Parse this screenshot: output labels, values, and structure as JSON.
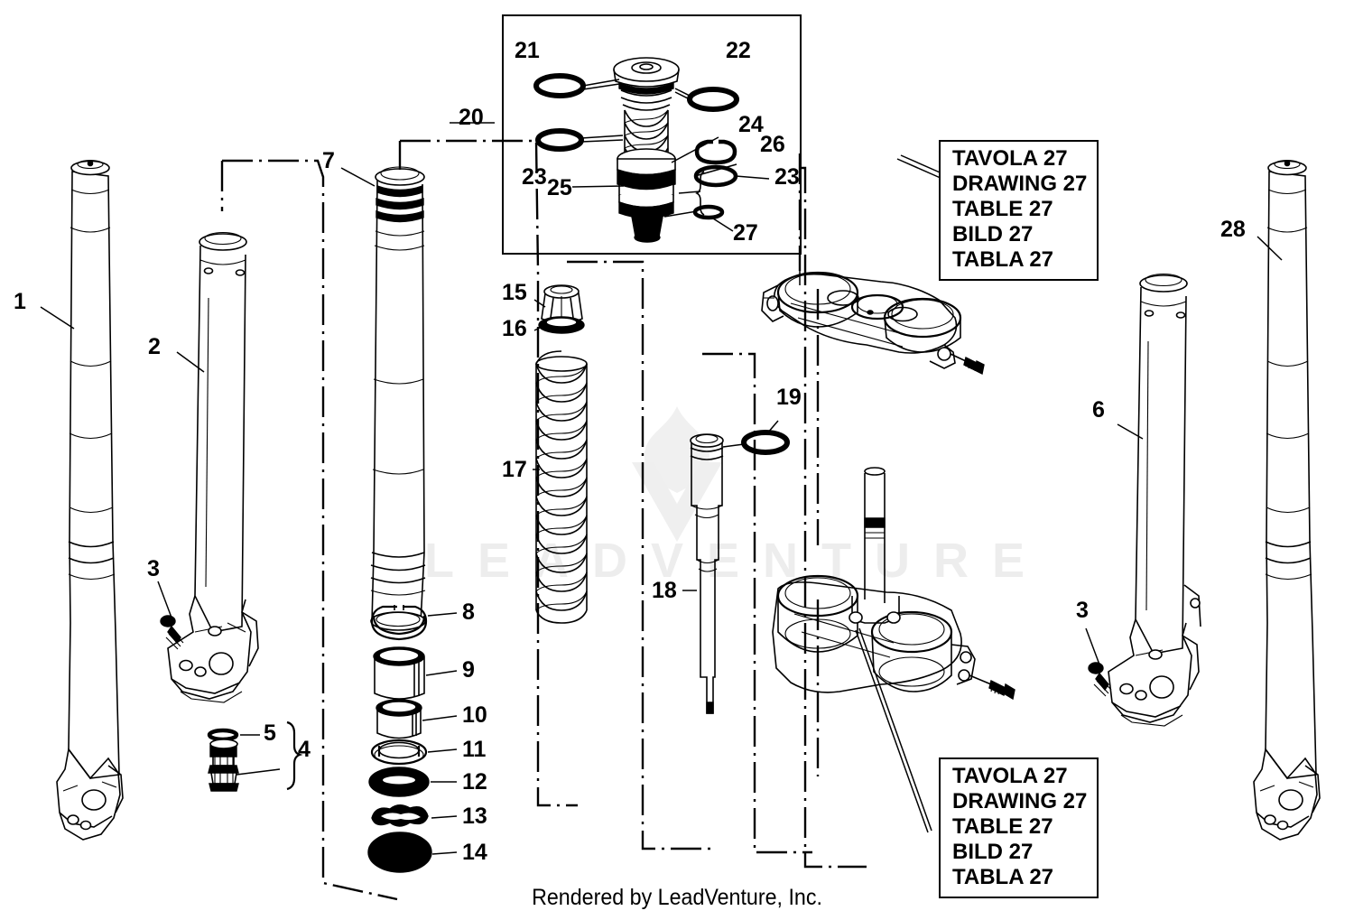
{
  "document": {
    "type": "exploded-parts-diagram",
    "subject": "motorcycle front fork assembly",
    "footer": "Rendered by LeadVenture, Inc.",
    "watermark_text": "LEADVENTURE",
    "watermark_logo": "flame-v-logo"
  },
  "callouts": [
    {
      "id": "c1",
      "label": "1"
    },
    {
      "id": "c2",
      "label": "2"
    },
    {
      "id": "c3l",
      "label": "3"
    },
    {
      "id": "c4",
      "label": "4"
    },
    {
      "id": "c5",
      "label": "5"
    },
    {
      "id": "c6",
      "label": "6"
    },
    {
      "id": "c7",
      "label": "7"
    },
    {
      "id": "c8",
      "label": "8"
    },
    {
      "id": "c9",
      "label": "9"
    },
    {
      "id": "c10",
      "label": "10"
    },
    {
      "id": "c11",
      "label": "11"
    },
    {
      "id": "c12",
      "label": "12"
    },
    {
      "id": "c13",
      "label": "13"
    },
    {
      "id": "c14",
      "label": "14"
    },
    {
      "id": "c15",
      "label": "15"
    },
    {
      "id": "c16",
      "label": "16"
    },
    {
      "id": "c17",
      "label": "17"
    },
    {
      "id": "c18",
      "label": "18"
    },
    {
      "id": "c19",
      "label": "19"
    },
    {
      "id": "c20",
      "label": "20"
    },
    {
      "id": "c21",
      "label": "21"
    },
    {
      "id": "c22",
      "label": "22"
    },
    {
      "id": "c23a",
      "label": "23"
    },
    {
      "id": "c23b",
      "label": "23"
    },
    {
      "id": "c24",
      "label": "24"
    },
    {
      "id": "c25",
      "label": "25"
    },
    {
      "id": "c26",
      "label": "26"
    },
    {
      "id": "c27",
      "label": "27"
    },
    {
      "id": "c28",
      "label": "28"
    },
    {
      "id": "c3r",
      "label": "3"
    }
  ],
  "reference_box_upper": {
    "lines": [
      "TAVOLA 27",
      "DRAWING 27",
      "TABLE 27",
      "BILD 27",
      "TABLA 27"
    ]
  },
  "reference_box_lower": {
    "lines": [
      "TAVOLA 27",
      "DRAWING 27",
      "TABLE 27",
      "BILD 27",
      "TABLA 27"
    ]
  }
}
